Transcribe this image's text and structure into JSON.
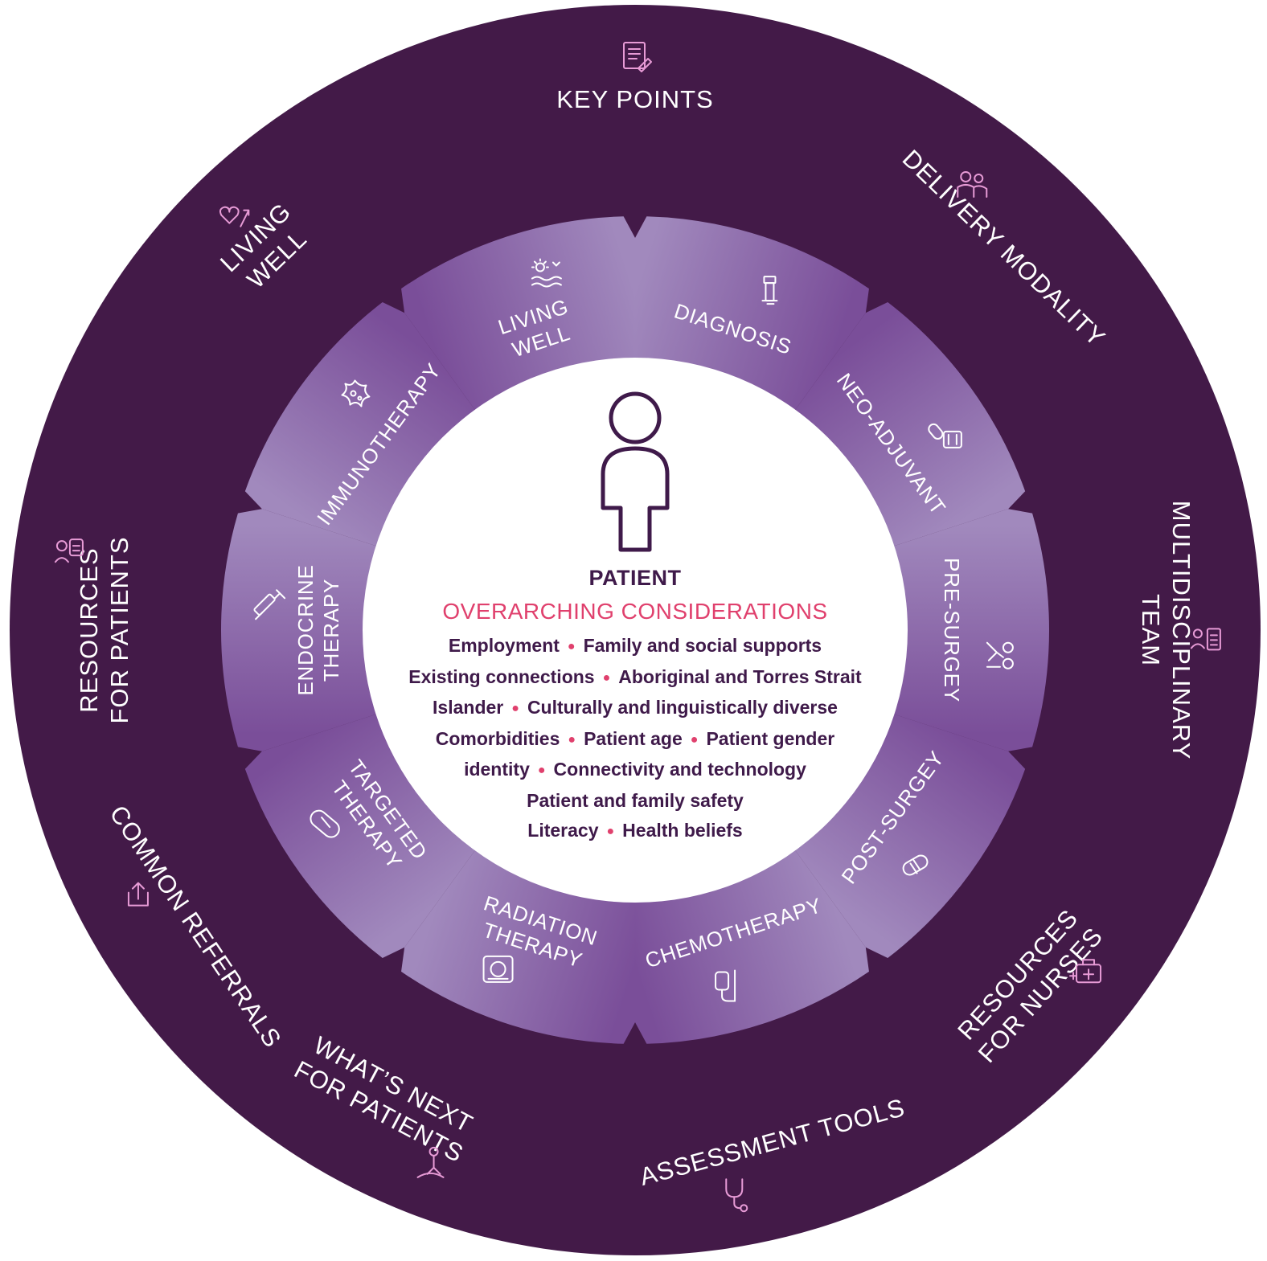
{
  "colors": {
    "outer_ring": "#431a48",
    "inner_light": "#a189bd",
    "inner_dark": "#7a4e99",
    "center": "#ffffff",
    "accent": "#e0406d",
    "text_dark": "#3f1a4a",
    "icon_outer": "#e79bd6"
  },
  "outer_ring": [
    {
      "label": "KEY POINTS",
      "icon": "document-pen-icon"
    },
    {
      "label": "DELIVERY MODALITY",
      "icon": "people-icon"
    },
    {
      "label": "MULTIDISCIPLINARY|TEAM",
      "icon": "team-checklist-icon"
    },
    {
      "label": "RESOURCES|FOR NURSES",
      "icon": "medical-bag-icon"
    },
    {
      "label": "ASSESSMENT TOOLS",
      "icon": "stethoscope-icon"
    },
    {
      "label": "WHAT’S NEXT|FOR PATIENTS",
      "icon": "path-person-icon"
    },
    {
      "label": "COMMON REFERRALS",
      "icon": "share-box-icon"
    },
    {
      "label": "RESOURCES|FOR PATIENTS",
      "icon": "people-resources-icon"
    },
    {
      "label": "LIVING|WELL",
      "icon": "heart-arrow-icon"
    }
  ],
  "treatment_segments": [
    {
      "label": "DIAGNOSIS",
      "icon": "microscope-icon"
    },
    {
      "label": "NEO-ADJUVANT",
      "icon": "pills-icon"
    },
    {
      "label": "PRE-SURGEY",
      "icon": "surgery-tools-icon"
    },
    {
      "label": "POST-SURGEY",
      "icon": "bandage-icon"
    },
    {
      "label": "CHEMOTHERAPY",
      "icon": "iv-drip-icon"
    },
    {
      "label": "RADIATION|THERAPY",
      "icon": "radiation-machine-icon"
    },
    {
      "label": "TARGETED|THERAPY",
      "icon": "capsule-icon"
    },
    {
      "label": "ENDOCRINE|THERAPY",
      "icon": "syringe-icon"
    },
    {
      "label": "IMMUNOTHERAPY",
      "icon": "immune-cell-icon"
    },
    {
      "label": "LIVING|WELL",
      "icon": "sun-waves-icon"
    }
  ],
  "center": {
    "title": "PATIENT",
    "subtitle": "OVERARCHING CONSIDERATIONS",
    "icon": "person-icon",
    "lines": [
      [
        "Employment",
        "Family and social supports"
      ],
      [
        "Existing connections",
        "Aboriginal and Torres Strait"
      ],
      [
        "Islander",
        "Culturally and linguistically diverse"
      ],
      [
        "Comorbidities",
        "Patient age",
        "Patient gender"
      ],
      [
        "identity",
        "Connectivity and technology"
      ],
      [
        "Patient and family safety"
      ],
      [
        "Literacy",
        "Health beliefs"
      ]
    ]
  }
}
